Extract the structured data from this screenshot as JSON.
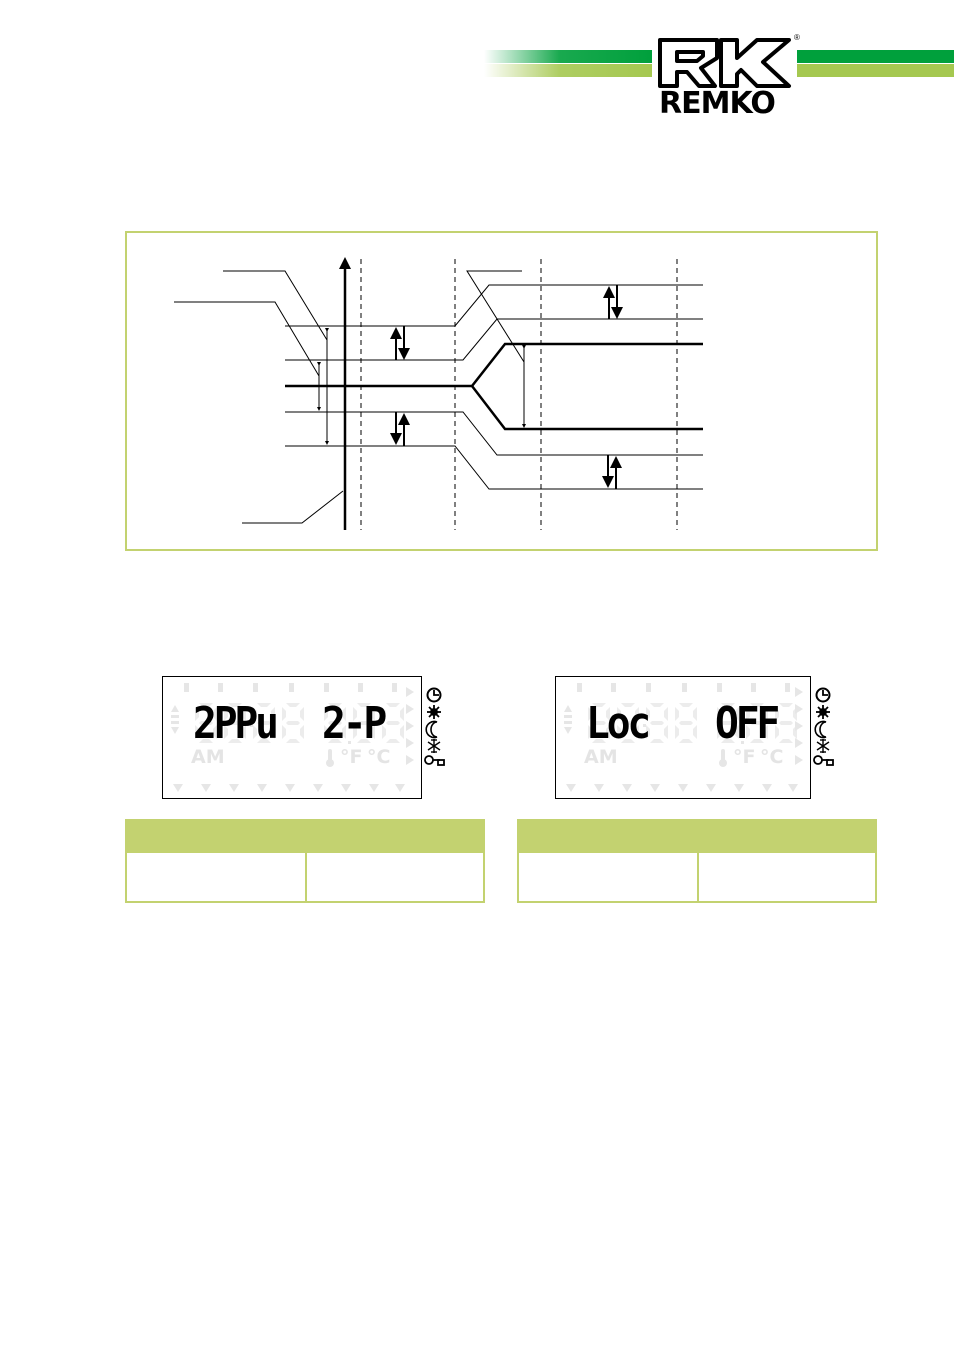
{
  "header": {
    "brand": "REMKO",
    "registered_mark": "®",
    "brand_colors": {
      "dark_green": "#00a03c",
      "light_green": "#a5c850",
      "frame_green": "#c3d270"
    }
  },
  "diagram": {
    "description": "Switching-point diagram: central setpoint line branching into two levels, with hysteresis bands and dashed phase separators"
  },
  "displays": [
    {
      "id": "left",
      "digits_left": "2PPu",
      "digits_right": "2-P",
      "inactive_label": "AM",
      "unit_labels": [
        "°F",
        "°C"
      ],
      "side_icons": [
        "clock-icon",
        "sun-icon",
        "moon-icon",
        "snowflake-icon",
        "key-icon"
      ]
    },
    {
      "id": "right",
      "digits_left": "Loc",
      "digits_right": "OFF",
      "inactive_label": "AM",
      "unit_labels": [
        "°F",
        "°C"
      ],
      "side_icons": [
        "clock-icon",
        "sun-icon",
        "moon-icon",
        "snowflake-icon",
        "key-icon"
      ]
    }
  ],
  "tables": [
    {
      "id": "left",
      "headers": [
        "",
        ""
      ],
      "rows": [
        [
          "",
          ""
        ]
      ]
    },
    {
      "id": "right",
      "headers": [
        "",
        ""
      ],
      "rows": [
        [
          "",
          ""
        ]
      ]
    }
  ]
}
